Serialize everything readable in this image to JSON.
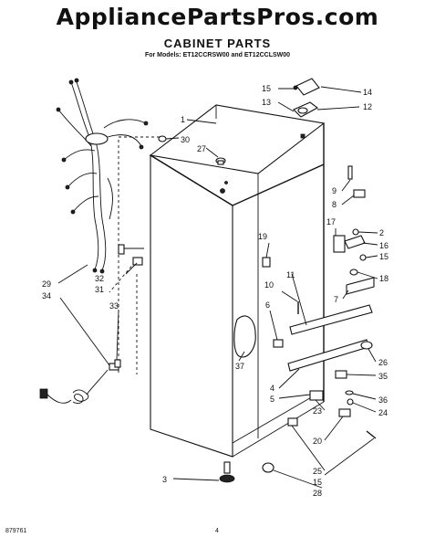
{
  "watermark": "AppliancePartsPros.com",
  "title": "CABINET PARTS",
  "subtitle": "For Models: ET12CCRSW00 and ET12CCLSW00",
  "footer_left": "879761",
  "footer_page": "4",
  "callouts": [
    "1",
    "2",
    "3",
    "4",
    "5",
    "6",
    "7",
    "8",
    "9",
    "10",
    "11",
    "12",
    "13",
    "14",
    "15",
    "15",
    "15",
    "16",
    "17",
    "18",
    "19",
    "20",
    "23",
    "24",
    "25",
    "26",
    "27",
    "28",
    "29",
    "30",
    "31",
    "32",
    "33",
    "34",
    "35",
    "36",
    "37"
  ]
}
